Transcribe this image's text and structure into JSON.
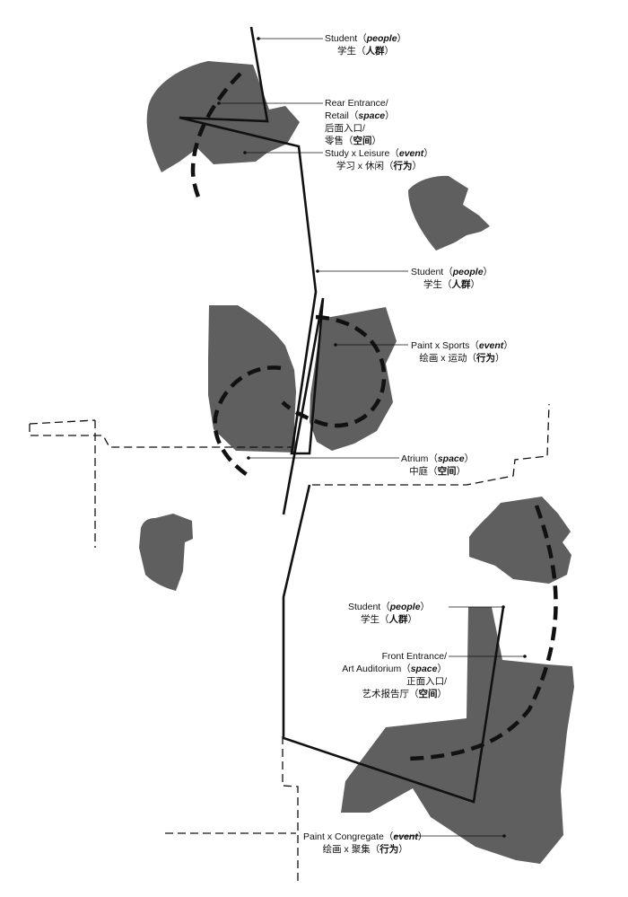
{
  "labels": {
    "student_top": {
      "en": "Student",
      "tag": "people",
      "zh": "学生",
      "zh_tag": "人群"
    },
    "rear_entrance": {
      "en_line1": "Rear Entrance/",
      "en_line2": "Retail",
      "tag": "space",
      "zh_line1": "后面入口/",
      "zh_line2": "零售",
      "zh_tag": "空间"
    },
    "study_leisure": {
      "en": "Study x Leisure",
      "tag": "event",
      "zh": "学习 x 休闲",
      "zh_tag": "行为"
    },
    "student_mid": {
      "en": "Student",
      "tag": "people",
      "zh": "学生",
      "zh_tag": "人群"
    },
    "paint_sports": {
      "en": "Paint x Sports",
      "tag": "event",
      "zh": "绘画 x 运动",
      "zh_tag": "行为"
    },
    "atrium": {
      "en": "Atrium",
      "tag": "space",
      "zh": "中庭",
      "zh_tag": "空间"
    },
    "student_low": {
      "en": "Student",
      "tag": "people",
      "zh": "学生",
      "zh_tag": "人群"
    },
    "front_entrance": {
      "en_line1": "Front Entrance/",
      "en_line2": "Art Auditorium",
      "tag": "space",
      "zh_line1": "正面入口/",
      "zh_line2": "艺术报告厅",
      "zh_tag": "空间"
    },
    "paint_congregate": {
      "en": "Paint x Congregate",
      "tag": "event",
      "zh": "绘画 x 聚集",
      "zh_tag": "行为"
    }
  },
  "colors": {
    "shape_fill": "#5f5f5f",
    "line": "#111111",
    "background": "#ffffff"
  }
}
